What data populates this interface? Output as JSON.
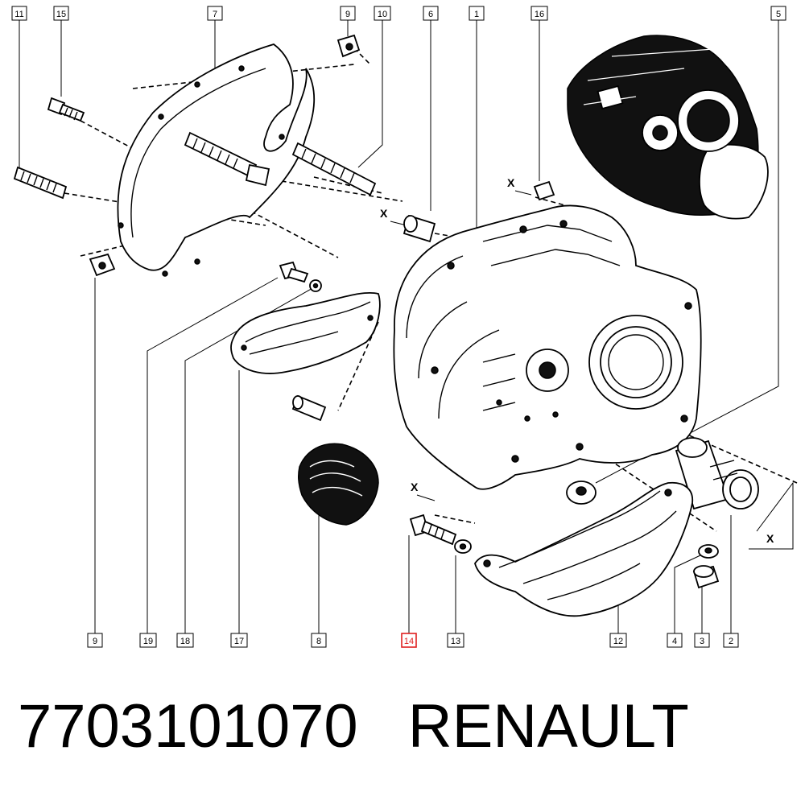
{
  "top_callouts": [
    "11",
    "15",
    "7",
    "9",
    "10",
    "6",
    "1",
    "16",
    "5"
  ],
  "bottom_callouts": [
    "9",
    "19",
    "18",
    "17",
    "8",
    "14",
    "13",
    "12",
    "4",
    "3",
    "2"
  ],
  "highlighted_callout": "14",
  "axis_markers": [
    "X",
    "X",
    "X",
    "X"
  ],
  "footer": {
    "part_number": "7703101070",
    "brand": "RENAULT"
  },
  "colors": {
    "highlight": "#e02020",
    "ink": "#000000",
    "background": "#ffffff"
  }
}
